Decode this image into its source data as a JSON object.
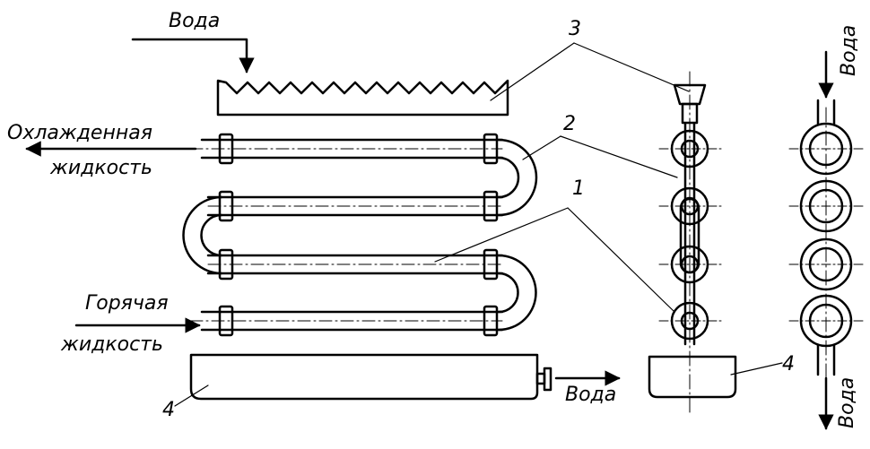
{
  "labels": {
    "water_top": "Вода",
    "cooled_line1": "Охлажденная",
    "cooled_line2": "жидкость",
    "hot_line1": "Горячая",
    "hot_line2": "жидкость",
    "water_out": "Вода",
    "water_right_top": "Вода",
    "water_right_bottom": "Вода"
  },
  "callouts": {
    "n1": "1",
    "n2": "2",
    "n3": "3",
    "n4_left": "4",
    "n4_right": "4"
  },
  "colors": {
    "ink": "#000000",
    "background": "#ffffff"
  }
}
